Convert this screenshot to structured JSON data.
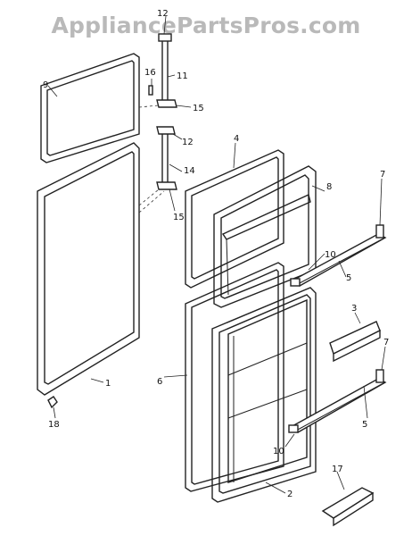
{
  "watermark": "AppliancePartsPros.com",
  "callouts": [
    {
      "id": "c1",
      "label": "1"
    },
    {
      "id": "c2",
      "label": "2"
    },
    {
      "id": "c3",
      "label": "3"
    },
    {
      "id": "c4",
      "label": "4"
    },
    {
      "id": "c5a",
      "label": "5"
    },
    {
      "id": "c5b",
      "label": "5"
    },
    {
      "id": "c6",
      "label": "6"
    },
    {
      "id": "c7a",
      "label": "7"
    },
    {
      "id": "c7b",
      "label": "7"
    },
    {
      "id": "c8",
      "label": "8"
    },
    {
      "id": "c9",
      "label": "9"
    },
    {
      "id": "c10a",
      "label": "10"
    },
    {
      "id": "c10b",
      "label": "10"
    },
    {
      "id": "c11",
      "label": "11"
    },
    {
      "id": "c12a",
      "label": "12"
    },
    {
      "id": "c12b",
      "label": "12"
    },
    {
      "id": "c14",
      "label": "14"
    },
    {
      "id": "c15a",
      "label": "15"
    },
    {
      "id": "c15b",
      "label": "15"
    },
    {
      "id": "c16",
      "label": "16"
    },
    {
      "id": "c17",
      "label": "17"
    },
    {
      "id": "c18",
      "label": "18"
    }
  ]
}
